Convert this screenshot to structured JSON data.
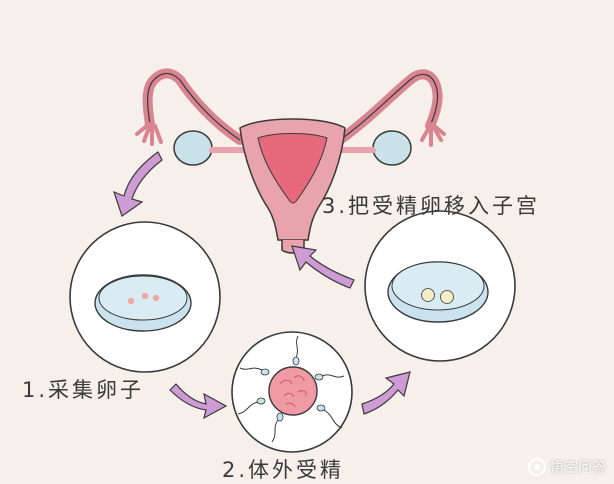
{
  "steps": {
    "step1": "1.采集卵子",
    "step2": "2.体外受精",
    "step3": "3.把受精卵移入子宫"
  },
  "watermark": {
    "text": "悟空问答",
    "icon": "wukong-logo-icon"
  },
  "colors": {
    "background": "#f6efea",
    "uterus": "#e9a3ad",
    "uterus_inner": "#e76a7c",
    "arrow": "#cf9bd4",
    "ovary": "#c9e2ea",
    "dish": "#cbe3ef",
    "egg": "#f0a8a4",
    "embryo_dish_eggs": "#f3edc9",
    "outline": "#3a3a3a"
  }
}
